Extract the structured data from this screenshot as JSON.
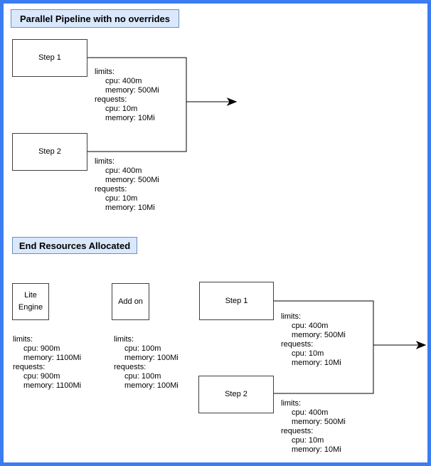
{
  "colors": {
    "page_border": "#3b7cf2",
    "title_fill": "#dae8fc",
    "title_border": "#6c8ebf",
    "node_border": "#404040",
    "connector": "#000000"
  },
  "pipeline_section": {
    "title": "Parallel Pipeline with no overrides",
    "step1": {
      "label": "Step 1",
      "resources": [
        {
          "text": "limits:",
          "indent": false
        },
        {
          "text": "cpu: 400m",
          "indent": true
        },
        {
          "text": "memory: 500Mi",
          "indent": true
        },
        {
          "text": "requests:",
          "indent": false
        },
        {
          "text": "cpu: 10m",
          "indent": true
        },
        {
          "text": "memory: 10Mi",
          "indent": true
        }
      ]
    },
    "step2": {
      "label": "Step 2",
      "resources": [
        {
          "text": "limits:",
          "indent": false
        },
        {
          "text": "cpu: 400m",
          "indent": true
        },
        {
          "text": "memory: 500Mi",
          "indent": true
        },
        {
          "text": "requests:",
          "indent": false
        },
        {
          "text": "cpu: 10m",
          "indent": true
        },
        {
          "text": "memory: 10Mi",
          "indent": true
        }
      ]
    }
  },
  "end_resources_section": {
    "title": "End Resources Allocated",
    "lite_engine": {
      "label": "Lite Engine",
      "resources": [
        {
          "text": "limits:",
          "indent": false
        },
        {
          "text": "cpu: 900m",
          "indent": true
        },
        {
          "text": "memory: 1100Mi",
          "indent": true
        },
        {
          "text": "requests:",
          "indent": false
        },
        {
          "text": "cpu: 900m",
          "indent": true
        },
        {
          "text": "memory: 1100Mi",
          "indent": true
        }
      ]
    },
    "add_on": {
      "label": "Add on",
      "resources": [
        {
          "text": "limits:",
          "indent": false
        },
        {
          "text": "cpu: 100m",
          "indent": true
        },
        {
          "text": "memory: 100Mi",
          "indent": true
        },
        {
          "text": "requests:",
          "indent": false
        },
        {
          "text": "cpu: 100m",
          "indent": true
        },
        {
          "text": "memory: 100Mi",
          "indent": true
        }
      ]
    },
    "step1": {
      "label": "Step 1",
      "resources": [
        {
          "text": "limits:",
          "indent": false
        },
        {
          "text": "cpu: 400m",
          "indent": true
        },
        {
          "text": "memory: 500Mi",
          "indent": true
        },
        {
          "text": "requests:",
          "indent": false
        },
        {
          "text": "cpu: 10m",
          "indent": true
        },
        {
          "text": "memory: 10Mi",
          "indent": true
        }
      ]
    },
    "step2": {
      "label": "Step 2",
      "resources": [
        {
          "text": "limits:",
          "indent": false
        },
        {
          "text": "cpu: 400m",
          "indent": true
        },
        {
          "text": "memory: 500Mi",
          "indent": true
        },
        {
          "text": "requests:",
          "indent": false
        },
        {
          "text": "cpu: 10m",
          "indent": true
        },
        {
          "text": "memory: 10Mi",
          "indent": true
        }
      ]
    }
  }
}
